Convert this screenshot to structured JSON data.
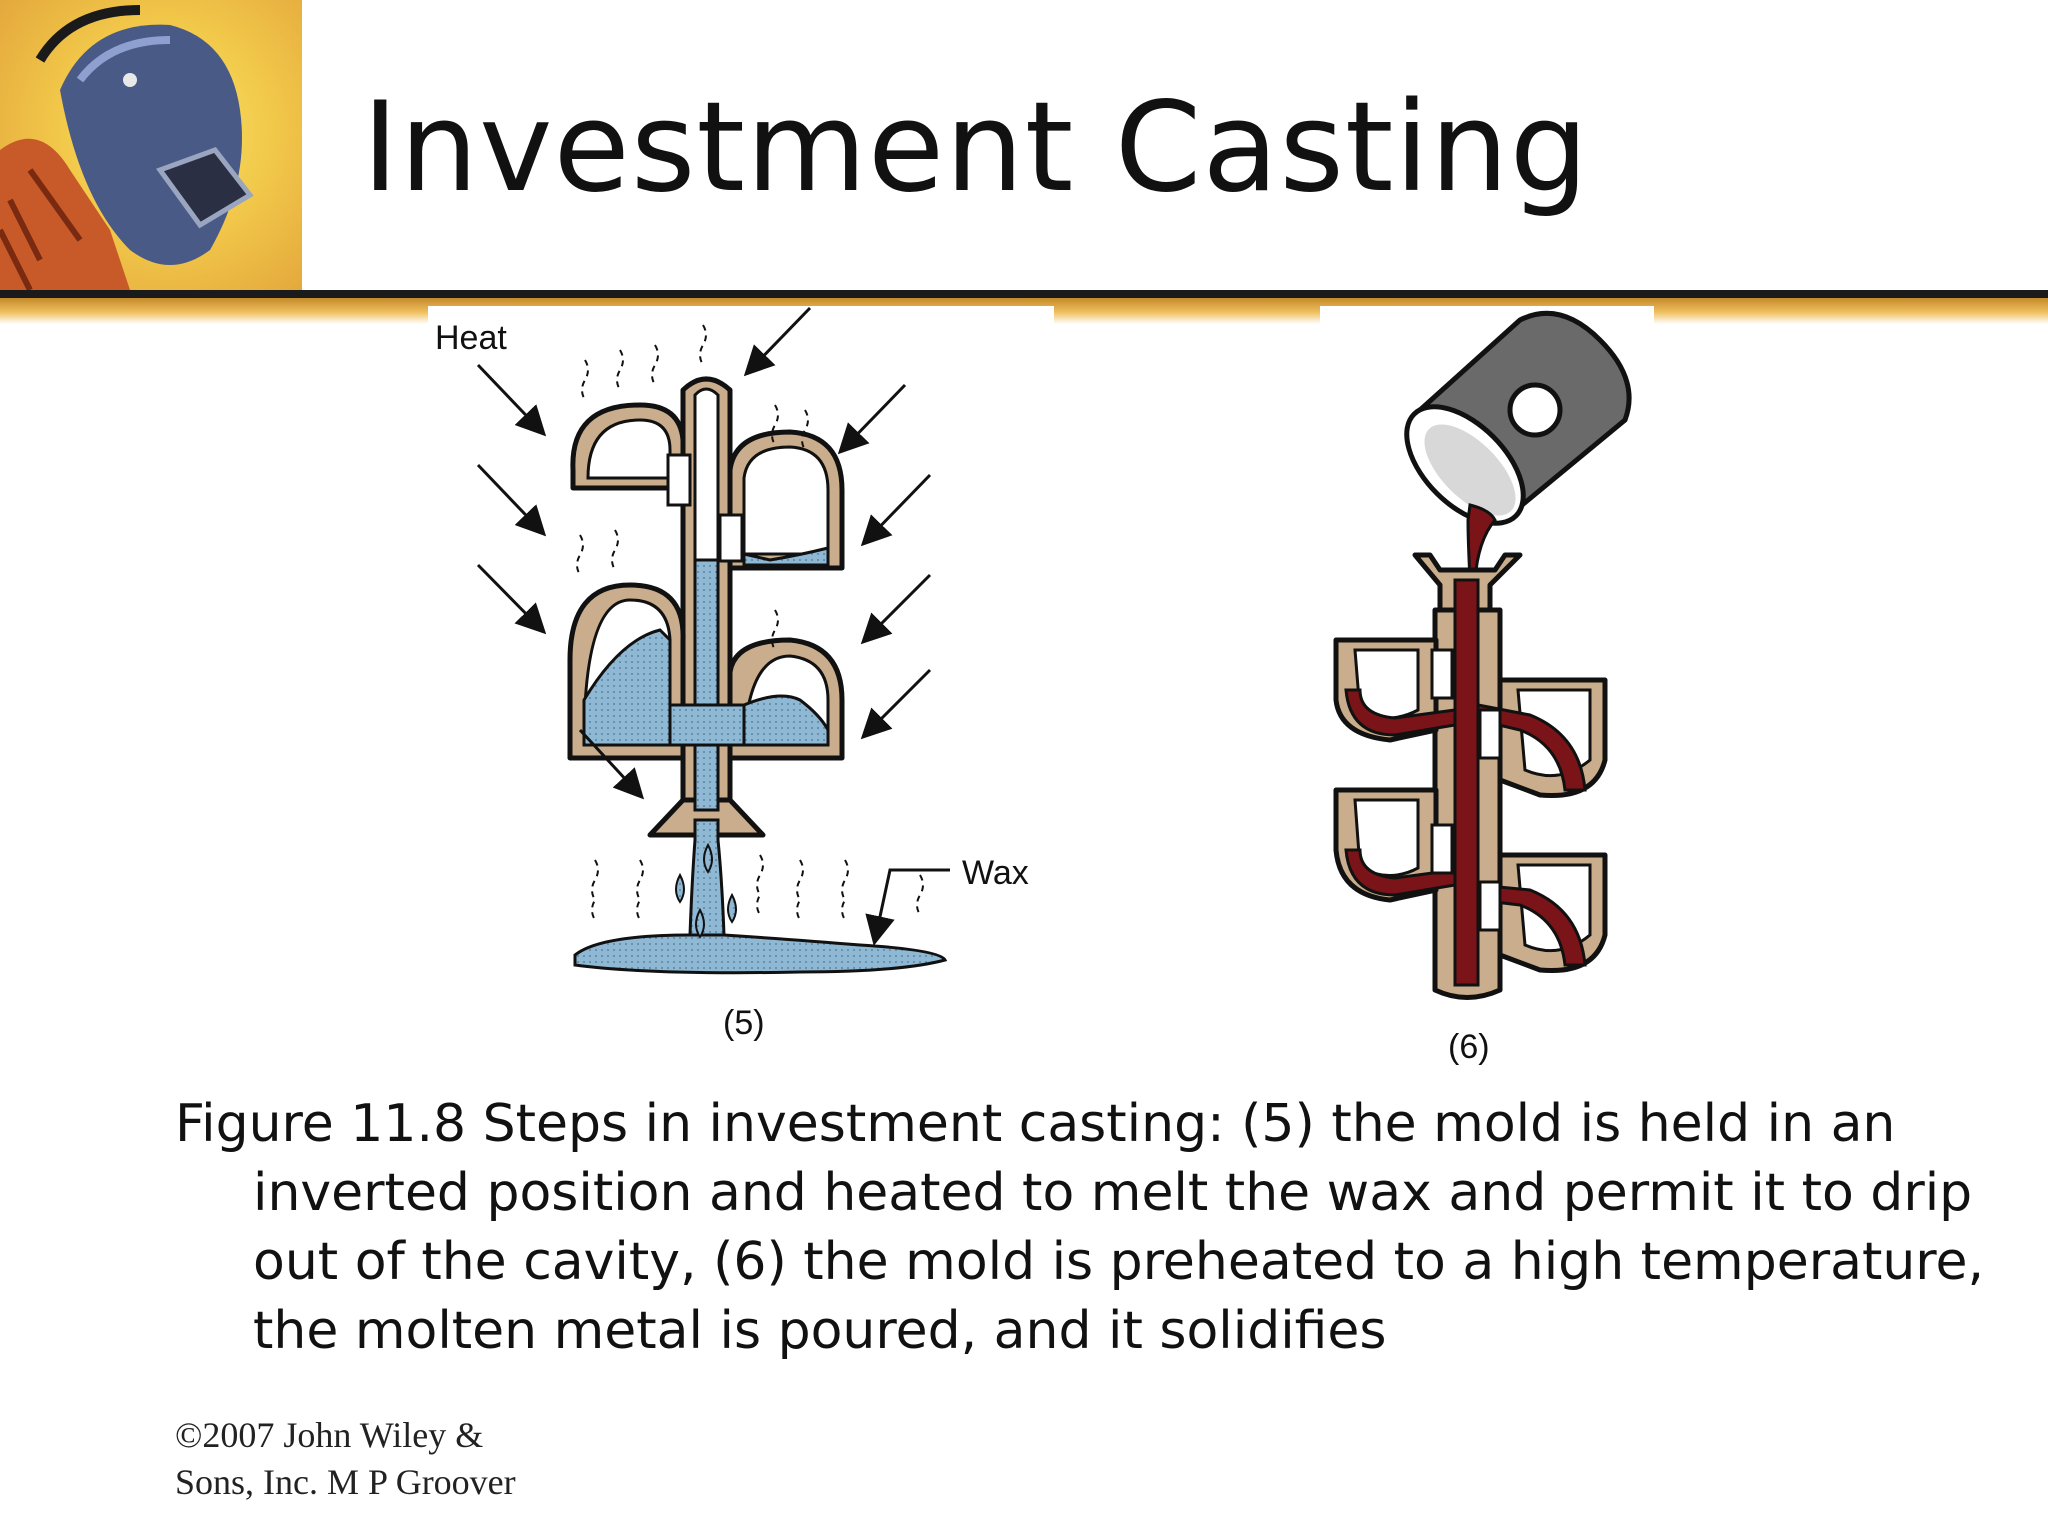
{
  "title": "Investment Casting",
  "figure": {
    "step5": {
      "label": "(5)",
      "heat_label": "Heat",
      "wax_label": "Wax"
    },
    "step6": {
      "label": "(6)"
    }
  },
  "caption": "Figure 11.8  Steps in investment casting: (5) the mold is held in an inverted position and heated to melt the wax and permit it to drip out of the cavity, (6) the mold is preheated to a high temperature, the molten metal is poured, and it solidifies",
  "copyright": "©2007 John Wiley & Sons, Inc.  M P Groover",
  "colors": {
    "gold": "#f0c060",
    "wax_blue": "#8fb8d4",
    "molten_metal": "#7a1418",
    "shell_tan": "#c9ad8c"
  }
}
